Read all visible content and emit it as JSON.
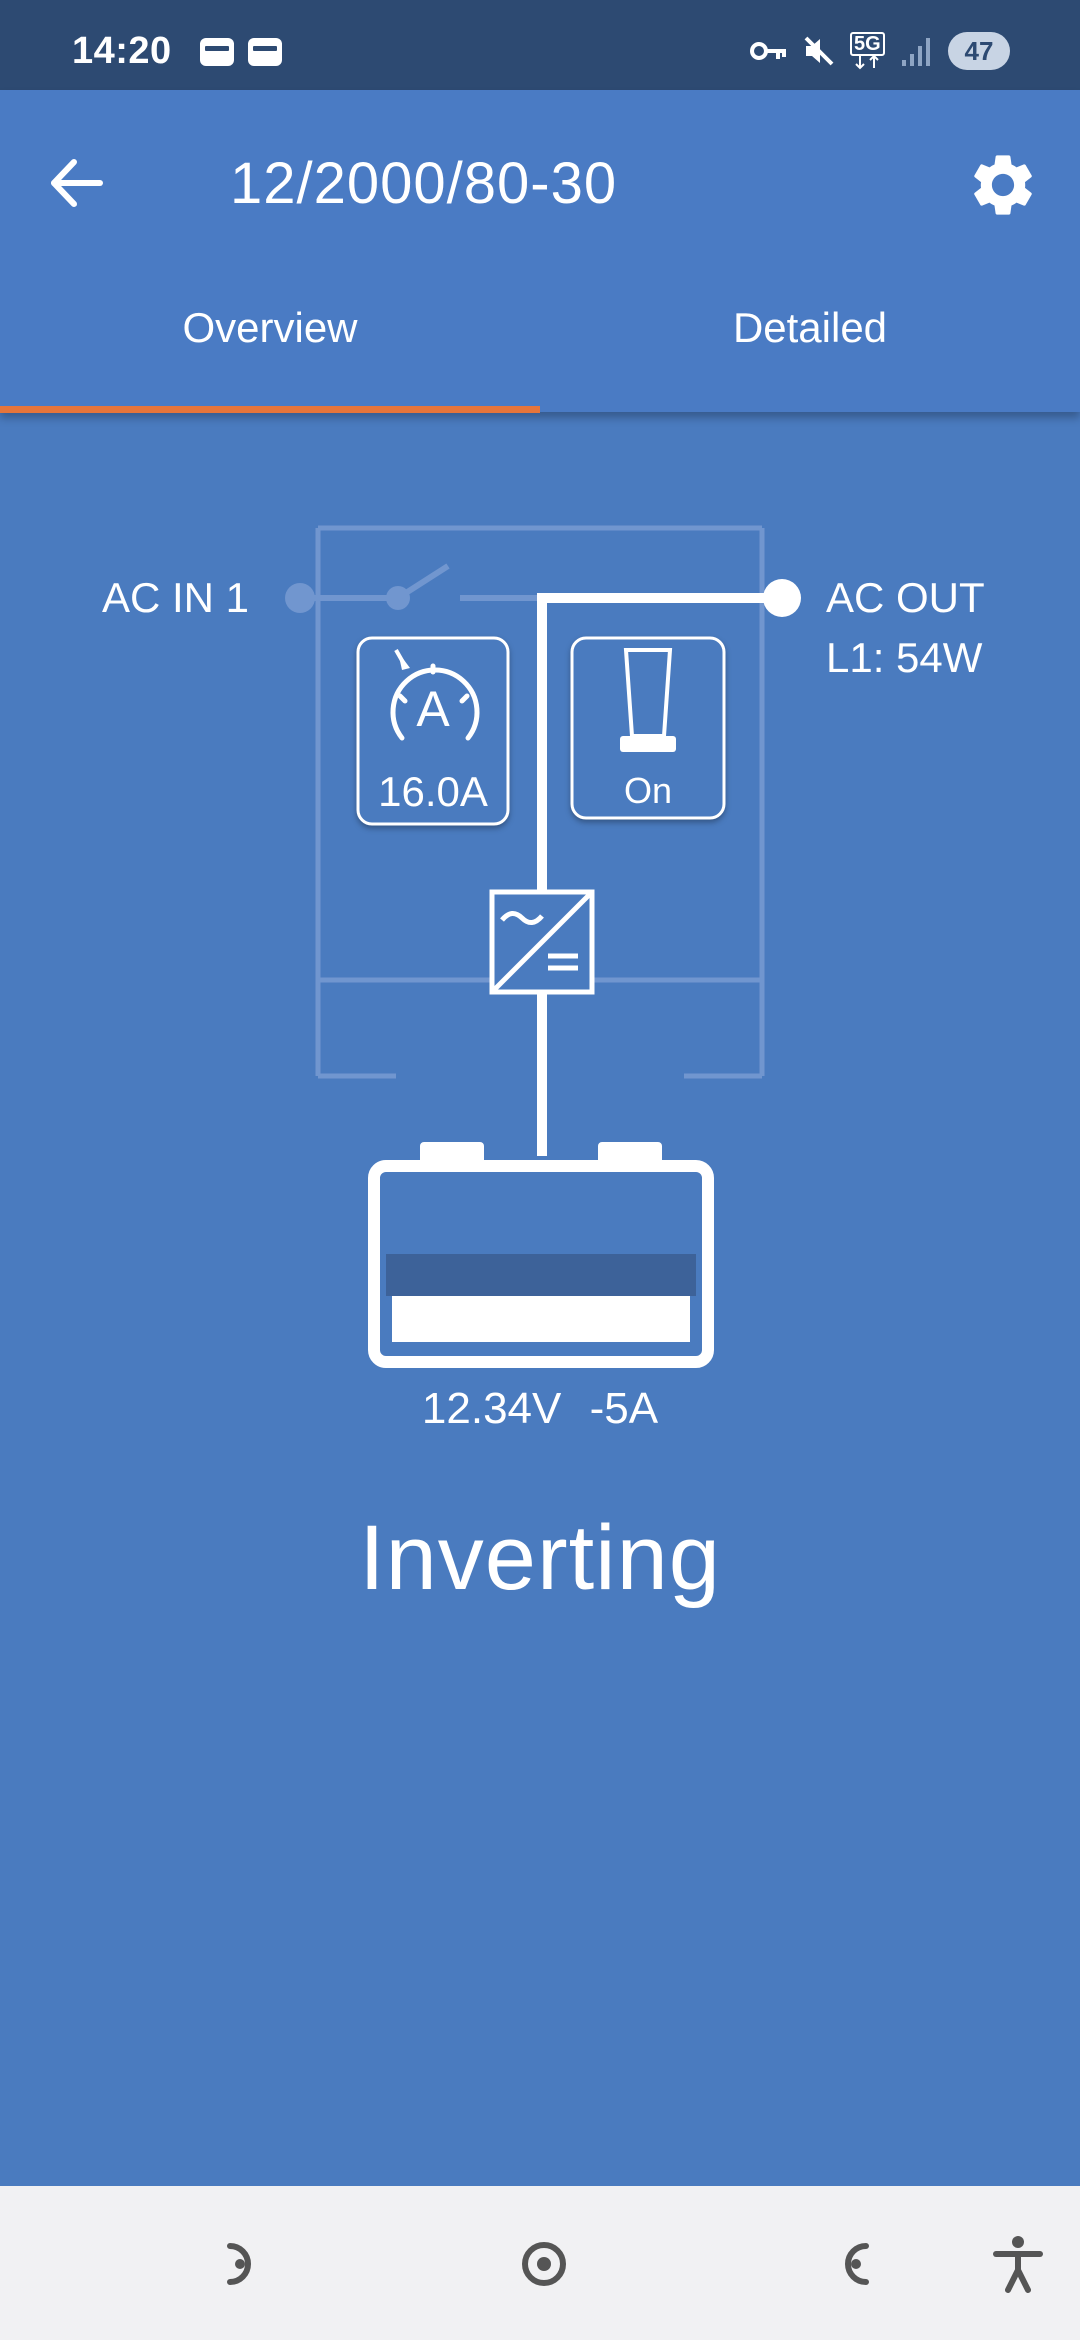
{
  "status_bar": {
    "time": "14:20",
    "left_icons": [
      "card-icon",
      "card-icon"
    ],
    "right_icons": [
      "vpn-key-icon",
      "mute-icon",
      "5g-icon",
      "signal-icon"
    ],
    "network_label": "5G",
    "battery_level": "47"
  },
  "app_bar": {
    "title": "12/2000/80-30",
    "back_icon": "arrow-left-icon",
    "settings_icon": "gear-icon"
  },
  "tabs": [
    {
      "label": "Overview",
      "selected": true
    },
    {
      "label": "Detailed",
      "selected": false
    }
  ],
  "colors": {
    "background": "#4a7bbf",
    "status_bar": "#2d4a72",
    "tab_indicator": "#e6753b",
    "battery_charge": "#3d6299"
  },
  "diagram": {
    "ac_in_label": "AC IN 1",
    "ac_out_label": "AC OUT",
    "ac_out_power": "L1: 54W",
    "input_current_limit": "16.0A",
    "mode": "On",
    "battery_voltage": "12.34V",
    "battery_current": "-5A",
    "battery_level_fraction": 0.35
  },
  "state": "Inverting",
  "nav_bar": {
    "buttons": [
      "back-nav-icon",
      "home-nav-icon",
      "recents-nav-icon",
      "accessibility-icon"
    ]
  }
}
